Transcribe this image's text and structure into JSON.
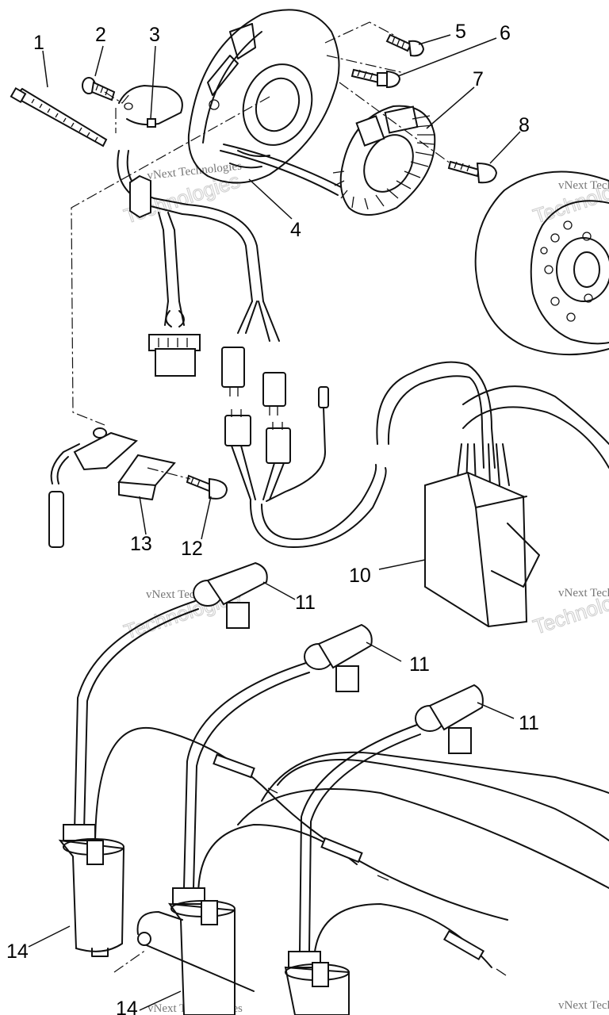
{
  "callouts": {
    "c1": "1",
    "c2": "2",
    "c3": "3",
    "c4": "4",
    "c5": "5",
    "c6": "6",
    "c7": "7",
    "c8": "8",
    "c10": "10",
    "c11a": "11",
    "c11b": "11",
    "c11c": "11",
    "c12": "12",
    "c13": "13",
    "c14a": "14",
    "c14b": "14"
  },
  "watermark": {
    "small": "vNext Technologies",
    "big": "Technologies"
  },
  "colors": {
    "line": "#111111",
    "background": "#ffffff",
    "watermark": "#777777"
  }
}
